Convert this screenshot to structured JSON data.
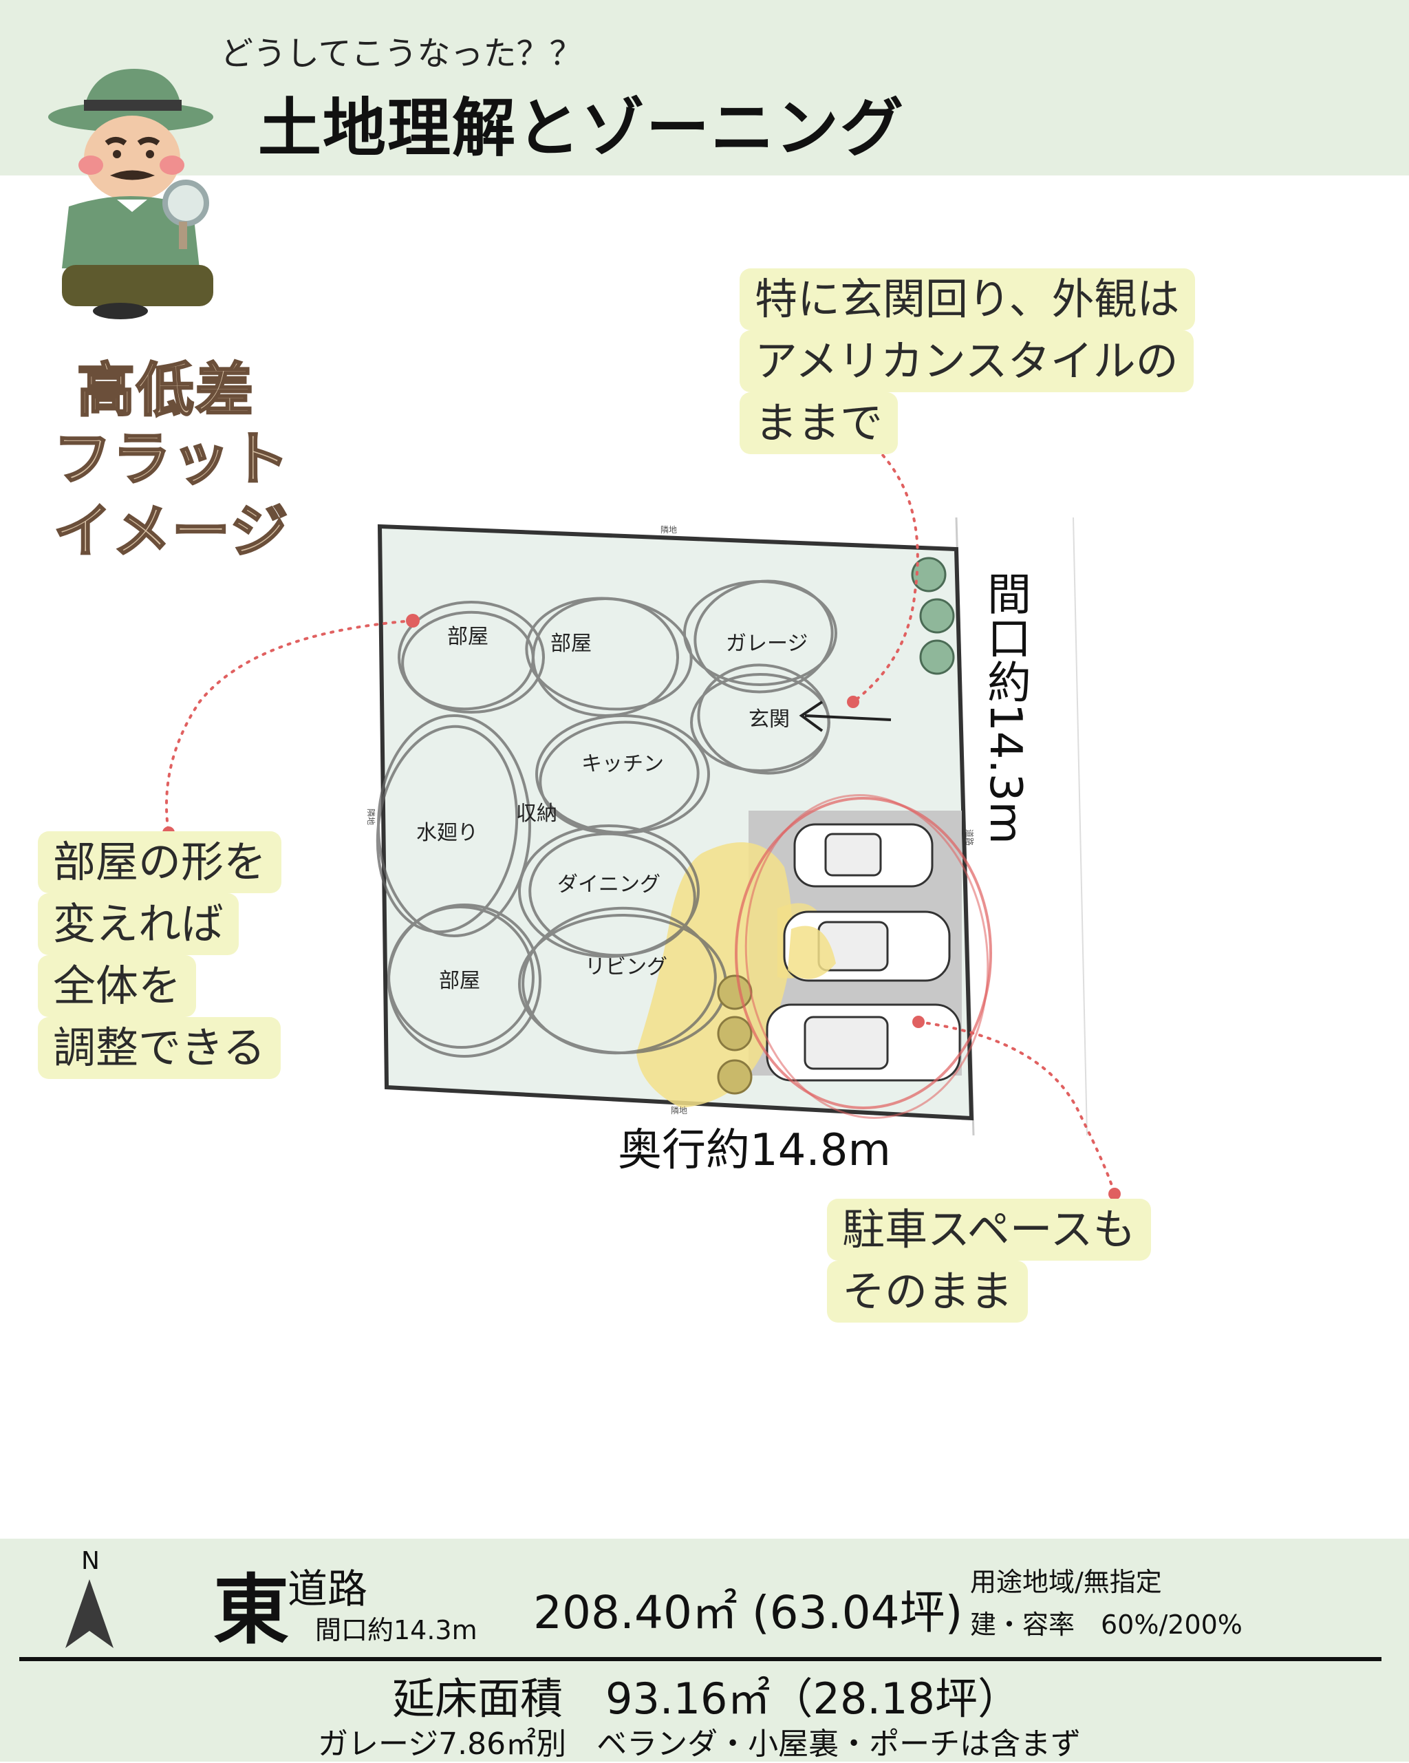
{
  "header": {
    "subtitle": "どうしてこうなった？？",
    "title": "土地理解とゾーニング"
  },
  "badges": [
    "高低差",
    "フラット",
    "イメージ"
  ],
  "callouts": {
    "entrance": [
      "特に玄関回り、外観は",
      "アメリカンスタイルの",
      "ままで"
    ],
    "rooms": [
      "部屋の形を",
      "変えれば",
      "全体を",
      "調整できる"
    ],
    "parking": [
      "駐車スペースも",
      "そのまま"
    ]
  },
  "zones": {
    "room_1": "部屋",
    "room_2": "部屋",
    "garage": "ガレージ",
    "entrance": "玄関",
    "kitchen": "キッチン",
    "water": "水廻り",
    "storage": "収納",
    "dining": "ダイニング",
    "living": "リビング",
    "room_3": "部屋"
  },
  "site_labels": {
    "neighbor_top": "隣地",
    "neighbor_bottom": "隣地",
    "neighbor_left": "隣地",
    "road": "道路"
  },
  "dimensions": {
    "frontage": "間口約14.3m",
    "depth": "奥行約14.8m"
  },
  "footer": {
    "north": "N",
    "direction": "東",
    "road": "道路",
    "frontage": "間口約14.3m",
    "area": "208.40㎡ (63.04坪)",
    "zoning": "用途地域/無指定",
    "coverage": "建・容率　60%/200%",
    "floor_area": "延床面積　93.16㎡（28.18坪）",
    "floor_note": "ガレージ7.86㎡別　ベランダ・小屋裏・ポーチは含まず"
  },
  "colors": {
    "band": "#e5efe1",
    "site": "#e9f1ec",
    "callout": "#f3f5c6",
    "accent_red": "#e06060",
    "yard_yellow": "#f3e08a",
    "tree": "#8fb79a"
  }
}
